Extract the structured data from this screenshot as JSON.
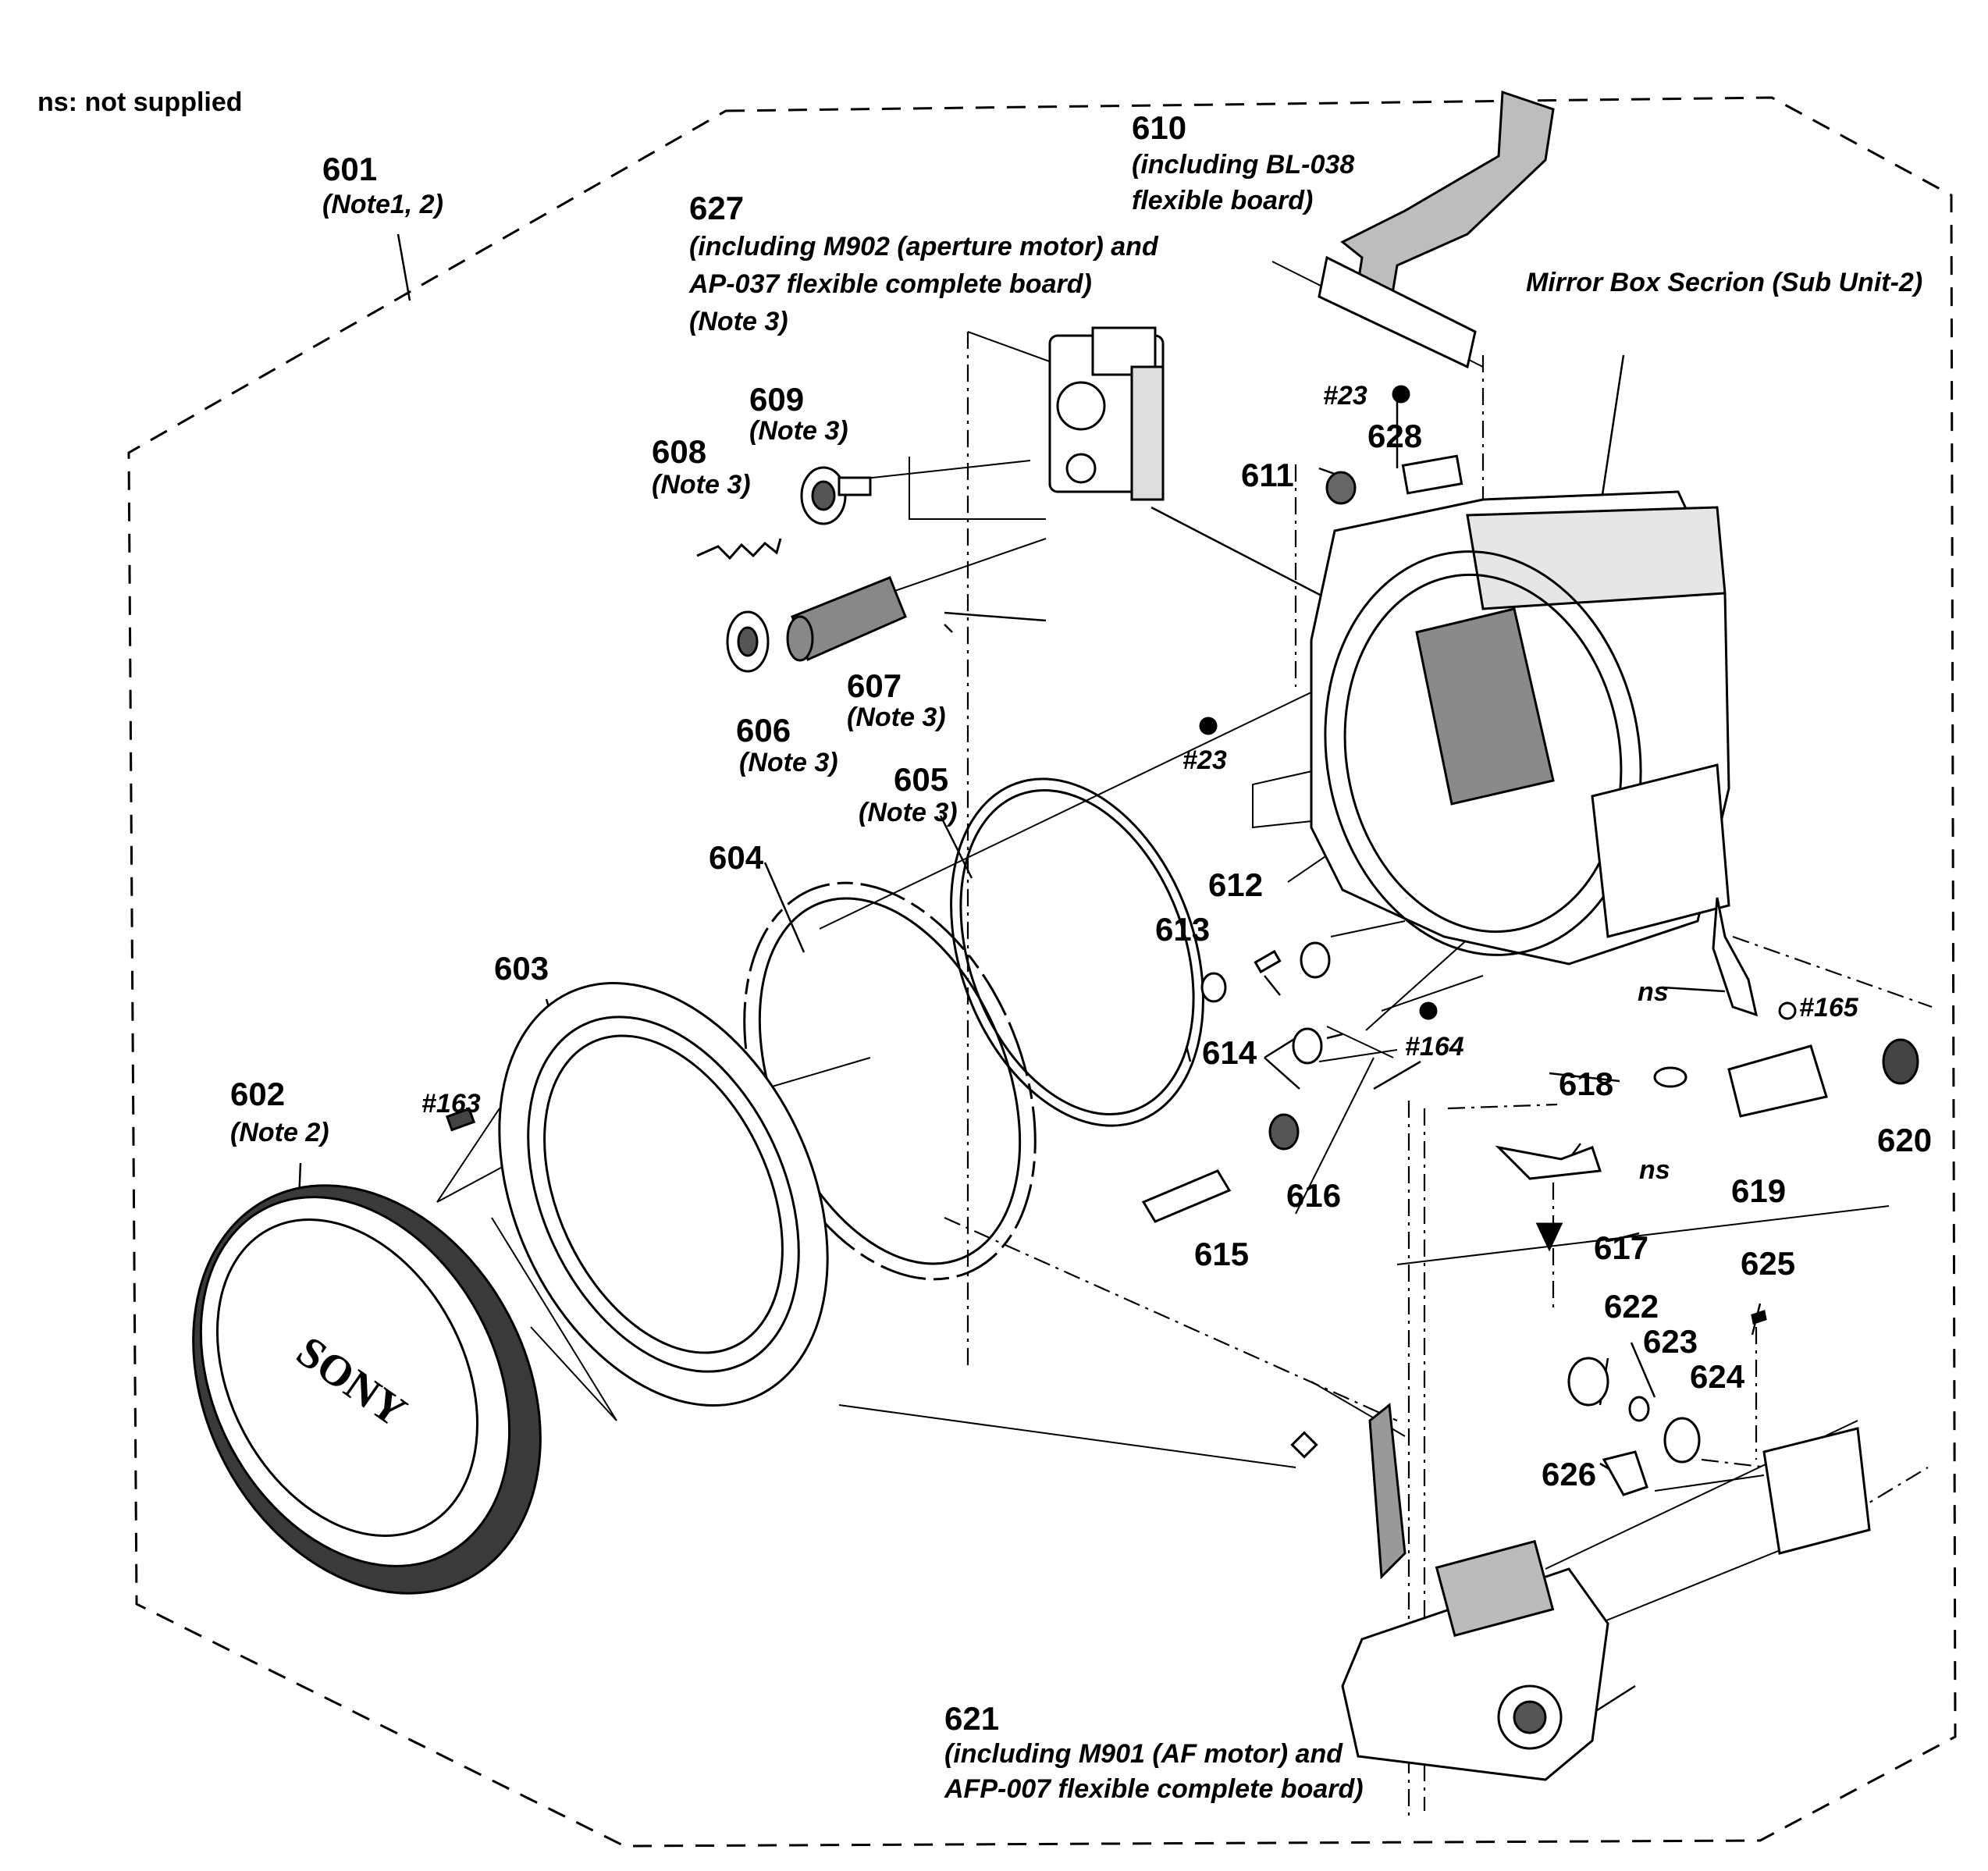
{
  "legend": "ns: not supplied",
  "section_title": "Mirror Box Secrion (Sub Unit-2)",
  "parts": {
    "p601": {
      "num": "601",
      "note": "(Note1, 2)"
    },
    "p602": {
      "num": "602",
      "note": "(Note 2)"
    },
    "p603": {
      "num": "603"
    },
    "p604": {
      "num": "604"
    },
    "p605": {
      "num": "605",
      "note": "(Note 3)"
    },
    "p606": {
      "num": "606",
      "note": "(Note 3)"
    },
    "p607": {
      "num": "607",
      "note": "(Note 3)"
    },
    "p608": {
      "num": "608",
      "note": "(Note 3)"
    },
    "p609": {
      "num": "609",
      "note": "(Note 3)"
    },
    "p610": {
      "num": "610",
      "desc1": "(including BL-038",
      "desc2": "flexible board)"
    },
    "p611": {
      "num": "611"
    },
    "p612": {
      "num": "612"
    },
    "p613": {
      "num": "613"
    },
    "p614": {
      "num": "614"
    },
    "p615": {
      "num": "615"
    },
    "p616": {
      "num": "616"
    },
    "p617": {
      "num": "617"
    },
    "p618": {
      "num": "618"
    },
    "p619": {
      "num": "619"
    },
    "p620": {
      "num": "620"
    },
    "p621": {
      "num": "621",
      "desc1": "(including M901 (AF motor) and",
      "desc2": "AFP-007 flexible complete board)"
    },
    "p622": {
      "num": "622"
    },
    "p623": {
      "num": "623"
    },
    "p624": {
      "num": "624"
    },
    "p625": {
      "num": "625"
    },
    "p626": {
      "num": "626"
    },
    "p627": {
      "num": "627",
      "desc1": "(including M902 (aperture motor) and",
      "desc2": "AP-037 flexible complete board)",
      "desc3": "(Note 3)"
    },
    "p628": {
      "num": "628"
    }
  },
  "screws": {
    "s23a": "#23",
    "s23b": "#23",
    "s163": "#163",
    "s164": "#164",
    "s165": "#165"
  },
  "ns_labels": {
    "ns1": "ns",
    "ns2": "ns"
  },
  "body_cap_logo": "SONY"
}
